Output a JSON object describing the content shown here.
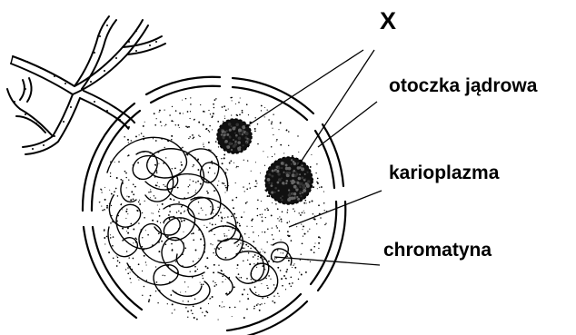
{
  "labels": {
    "x": "X",
    "nuclear_envelope": "otoczka jądrowa",
    "karyoplasm": "karioplazma",
    "chromatin": "chromatyna"
  }
}
